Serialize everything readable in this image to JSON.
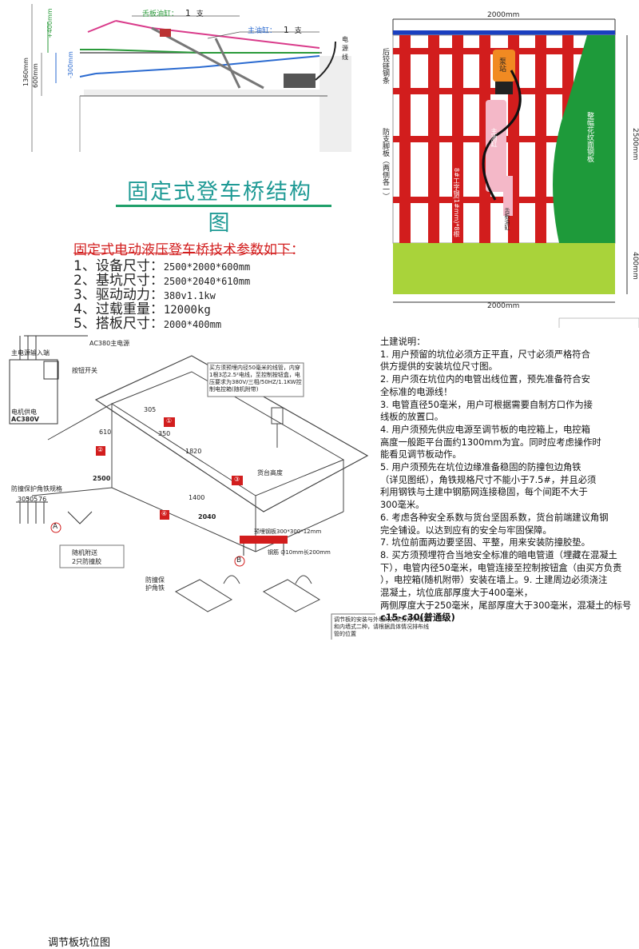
{
  "side_view": {
    "tilt_cylinder": "舌板油缸：",
    "tilt_count": "1",
    "tilt_unit": "支",
    "main_cylinder": "主油缸：",
    "main_count": "1",
    "main_unit": "支",
    "power_line": "电源线",
    "dim_up": "+400mm",
    "dim_down": "-300mm",
    "dim_total": "1360mm",
    "dim_height": "600mm"
  },
  "main_title": "固定式登车桥结构图",
  "specs": {
    "title": "固定式电动液压登车桥技术参数如下：",
    "items": [
      {
        "num": "1、",
        "label": "设备尺寸：",
        "value": "2500*2000*600mm"
      },
      {
        "num": "2、",
        "label": "基坑尺寸：",
        "value": "2500*2040*610mm"
      },
      {
        "num": "3、",
        "label": "驱动动力：",
        "value": "380v1.1kw"
      },
      {
        "num": "4、",
        "label": "过载重量：",
        "value": "12000kg"
      },
      {
        "num": "5、",
        "label": "搭板尺寸：",
        "value": "2000*400mm"
      }
    ]
  },
  "top_view": {
    "width_top": "2000mm",
    "width_bottom": "2000mm",
    "length": "2500mm",
    "lip_depth": "400mm",
    "hinge": "后铰链钢条",
    "anti_drop": "防支脚板（两侧各一）",
    "pump": "泵站",
    "main_cyl": "主油缸",
    "lip_cyl": "舌板油缸",
    "beam": "8#工字钢(1#mm)*8根",
    "plate": "整幅花纹面钢板"
  },
  "pit_view": {
    "ac380_main": "AC380主电源",
    "main_input": "主电源输入端",
    "button": "按钮开关",
    "motor_power": "电机供电",
    "ac380v": "AC380V",
    "buyer_note": "买方须预埋内径50毫米的线管，内穿1根3芯2.5²电线，至控制按钮盒，电压要求为380V/三相/50HZ/1.1KW控制电控箱(随机附带)",
    "angle_spec": "防撞保护角铁规格",
    "dim_a": "305",
    "dim_b": "305",
    "dim_c": "76",
    "d305": "305",
    "d610": "610",
    "d350": "350",
    "d1820": "1820",
    "d1400": "1400",
    "d2500": "2500",
    "d2040": "2040",
    "dock_height": "货台高度",
    "pipe_note": "随机附送",
    "pipe_note2": "2只防撞胶",
    "guard_note": "防撞保",
    "guard_note2": "护角铁",
    "plate_note": "预埋钢板300*300*12mm",
    "rebar_note": "钢筋 ∅10mm长200mm",
    "label_a": "A",
    "label_b": "B",
    "m1": "①",
    "m2": "②",
    "m3": "③",
    "m4": "④",
    "wall_note": "调节板的安装与外墙的关系分为外墙式和内墙式二种，请根据具体情况排布线管的位置",
    "caption": "调节板坑位图"
  },
  "notes": {
    "title": "土建说明：",
    "lines": [
      "1. 用户预留的坑位必须方正平直，尺寸必须严格符合",
      "供方提供的安装坑位尺寸图。",
      "2. 用户须在坑位内的电管出线位置，预先准备符合安",
      "全标准的电源线！",
      "3. 电管直径50毫米，用户可根据需要自制方口作为接",
      "线板的放置口。",
      "4. 用户须预先供应电源至调节板的电控箱上，电控箱",
      "高度一般距平台面约1300mm为宜。同时应考虑操作时",
      "能看见调节板动作。",
      "5. 用户须预先在坑位边缘准备稳固的防撞包边角铁",
      "（详见图纸），角铁规格尺寸不能小于7.5#，并且必须",
      "利用钢铁与土建中钢筋网连接稳固，每个间距不大于",
      "300毫米。",
      "6. 考虑各种安全系数与货台坚固系数，货台前端建议角钢",
      "完全铺设。以达到应有的安全与牢固保障。",
      "7. 坑位前面两边要坚固、平整，用来安装防撞胶垫。",
      "8. 买方须预埋符合当地安全标准的暗电管道（埋藏在混凝土",
      "下），电管内径50毫米，电管连接至控制按钮盒（由买方负责",
      "），电控箱(随机附带）安装在墙上。9. 土建周边必须浇注",
      "混凝土，坑位底部厚度大于400毫米，",
      "两侧厚度大于250毫米，尾部厚度大于300毫米，混凝土的标号",
      "c15-c30(普通级)"
    ]
  },
  "colors": {
    "teal": "#1f9a95",
    "red": "#d21d1d",
    "green": "#1e9a3a",
    "lime": "#a9d33a",
    "blue": "#1a3fc0",
    "pink": "#f4b8c8",
    "orange": "#f18a22"
  }
}
